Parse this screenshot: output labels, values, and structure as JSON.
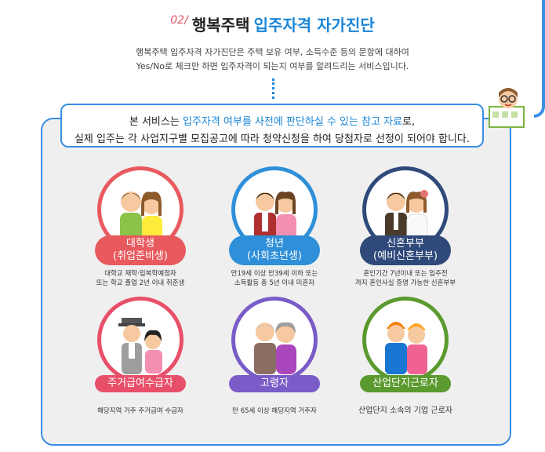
{
  "heading": {
    "number": "02",
    "title_part1": "행복주택",
    "title_part2": "입주자격 자가진단"
  },
  "description": {
    "line1": "행복주택 입주자격 자가진단은 주택 보유 여부, 소득수준 등의 문항에 대하여",
    "line2": "Yes/No로 체크만 하면 입주자격이 되는지 여부를 알려드리는 서비스입니다."
  },
  "notice": {
    "line1_pre": "본 서비스는 ",
    "line1_hl": "입주자격 여부를 사전에 판단하실 수 있는 참고 자료",
    "line1_post": "로,",
    "line2": "실제 입주는 각 사업지구별 모집공고에 따라 청약신청을 하여 당첨자로 선정이 되어야 합니다."
  },
  "categories": [
    {
      "label1": "대학생",
      "label2": "(취업준비생)",
      "caption1": "대학교 재학·입복학예정자",
      "caption2": "또는 학교 졸업 2년 이내 취준생",
      "color": "#e85a5e"
    },
    {
      "label1": "청년",
      "label2": "(사회초년생)",
      "caption1": "만19세 이상 만39세 이하 또는",
      "caption2": "소득활동 총 5년 이내 미혼자",
      "color": "#2f8fd8"
    },
    {
      "label1": "신혼부부",
      "label2": "(예비신혼부부)",
      "caption1": "혼인기간 7년이내 또는 입주전",
      "caption2": "까지 혼인사실 증명 가능한 신혼부부",
      "color": "#2f4a7a"
    },
    {
      "label1": "주거급여수급자",
      "label2": "",
      "caption1": "해당지역 거주 주거급여 수급자",
      "caption2": "",
      "color": "#e8506a"
    },
    {
      "label1": "고령자",
      "label2": "",
      "caption1": "만 65세 이상 해당지역 거주자",
      "caption2": "",
      "color": "#7a5cc8"
    },
    {
      "label1": "산업단지근로자",
      "label2": "",
      "caption1": "산업단지 소속의 기업 근로자",
      "caption2": "",
      "color": "#5a9a2e"
    }
  ]
}
